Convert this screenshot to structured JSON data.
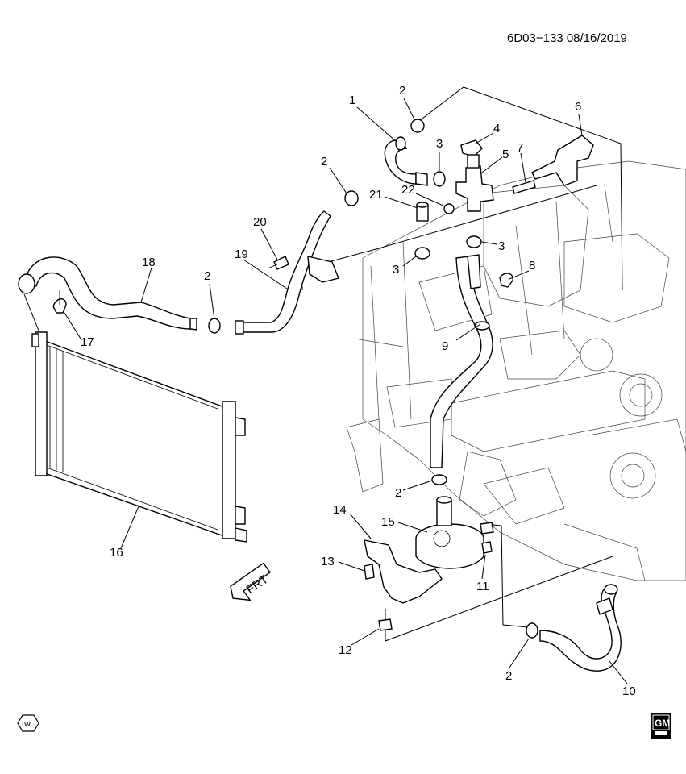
{
  "diagram": {
    "reference": "6D03−133 08/16/2019",
    "direction_label": "FRT",
    "footer_left": "tw",
    "footer_right_logo": "GM",
    "callouts": [
      "1",
      "2",
      "2",
      "2",
      "2",
      "2",
      "3",
      "3",
      "3",
      "4",
      "5",
      "6",
      "7",
      "8",
      "9",
      "10",
      "11",
      "12",
      "13",
      "14",
      "15",
      "16",
      "17",
      "18",
      "19",
      "20",
      "21",
      "22"
    ]
  }
}
